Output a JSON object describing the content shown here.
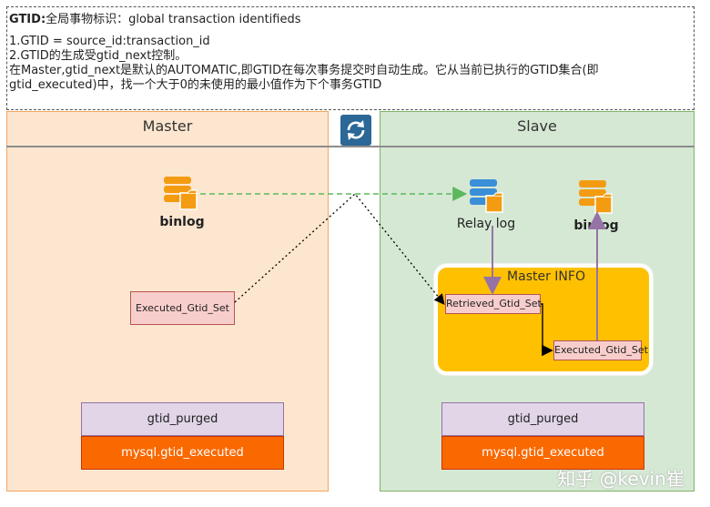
{
  "description": {
    "title_bold": "GTID:",
    "title_rest": "全局事物标识：global transaction identifieds",
    "line1": "1.GTID = source_id:transaction_id",
    "line2": "2.GTID的生成受gtid_next控制。",
    "line3": "在Master,gtid_next是默认的AUTOMATIC,即GTID在每次事务提交时自动生成。它从当前已执行的GTID集合(即",
    "line4": "gtid_executed)中，找一个大于0的未使用的最小值作为下个事务GTID"
  },
  "master": {
    "title": "Master",
    "binlog_label": "binlog",
    "executed_gtid_set": "Executed_Gtid_Set",
    "gtid_purged": "gtid_purged",
    "mysql_gtid_executed": "mysql.gtid_executed"
  },
  "slave": {
    "title": "Slave",
    "relay_log_label": "Relay log",
    "binlog_label": "binlog",
    "master_info_label": "Master INFO",
    "retrieved_gtid_set": "Retrieved_Gtid_Set",
    "executed_gtid_set": "Executed_Gtid_Set",
    "gtid_purged": "gtid_purged",
    "mysql_gtid_executed": "mysql.gtid_executed"
  },
  "icons": {
    "sync": "sync-icon",
    "master_binlog": "database-icon",
    "relay_log": "database-icon",
    "slave_binlog": "database-icon"
  },
  "colors": {
    "master_panel": "#fde6cf",
    "slave_panel": "#d5e8d4",
    "master_info": "#ffc000",
    "gtid_set": "#f8cecc",
    "purged": "#e1d5e7",
    "executed": "#fa6800",
    "db_orange": "#f39c12",
    "db_blue": "#3a8fd8",
    "dashed_arrow": "#5cb85c",
    "flow_arrow": "#9673a6"
  },
  "watermark": "知乎 @kevin崔"
}
